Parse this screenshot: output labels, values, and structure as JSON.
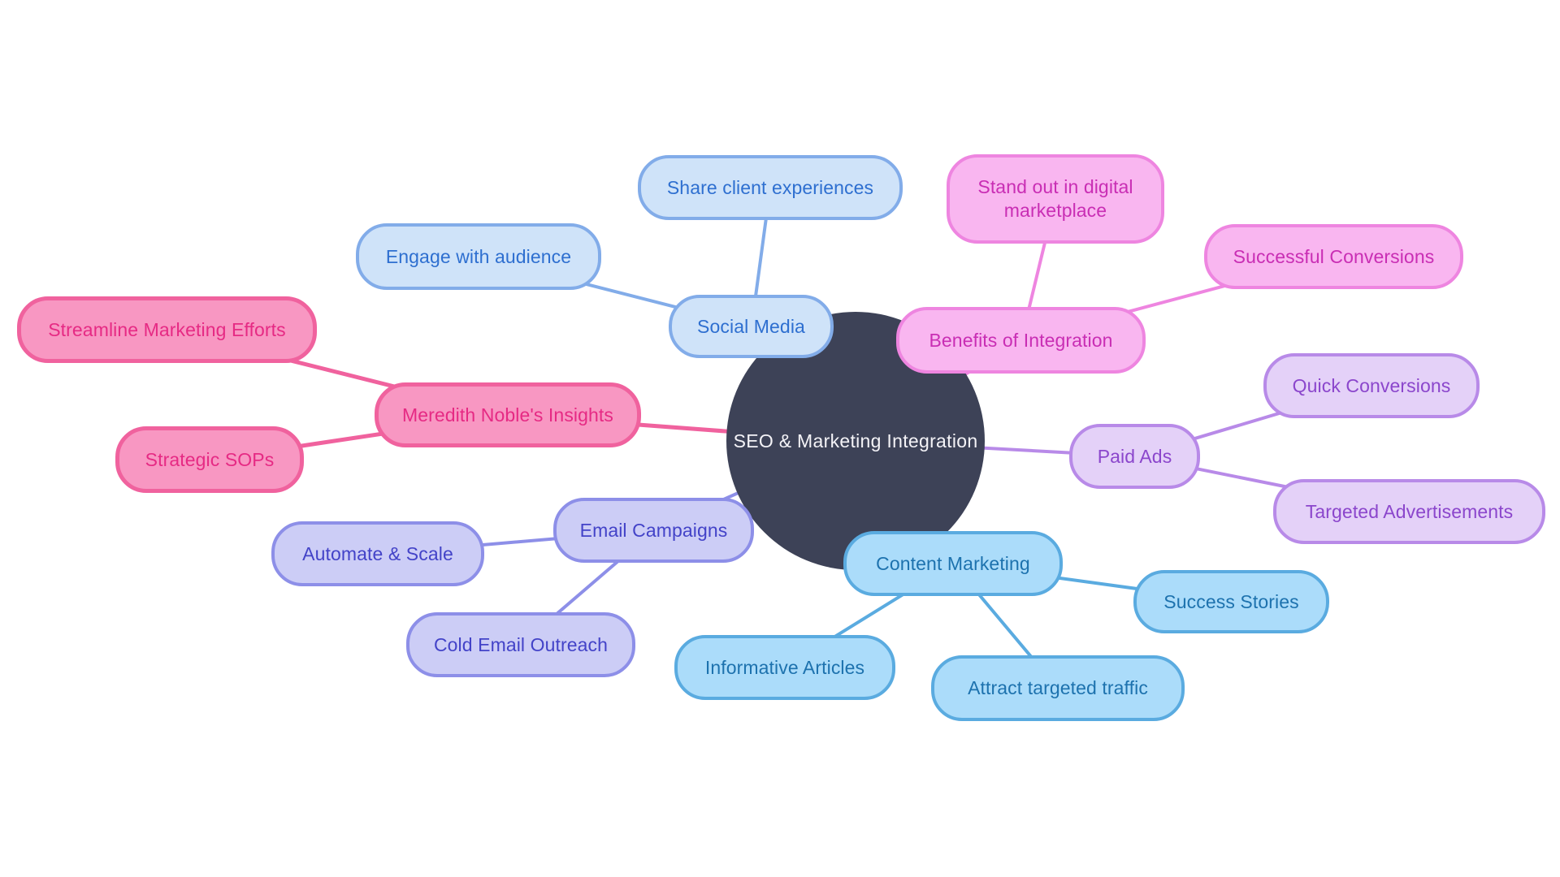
{
  "diagram": {
    "type": "mindmap",
    "background_color": "#ffffff",
    "center": {
      "label": "SEO & Marketing Integration",
      "shape": "circle",
      "fill": "#3d4257",
      "text_color": "#f4f3f7"
    },
    "branches": [
      {
        "id": "social-media",
        "label": "Social Media",
        "colors": {
          "fill": "#cfe3f9",
          "border": "#82ace9",
          "text": "#2e6fd0"
        },
        "children": [
          {
            "label": "Share client experiences"
          },
          {
            "label": "Engage with audience"
          }
        ]
      },
      {
        "id": "benefits-of-integration",
        "label": "Benefits of Integration",
        "colors": {
          "fill": "#f9b6f0",
          "border": "#ee85e0",
          "text": "#c92eb4"
        },
        "children": [
          {
            "label": "Stand out in digital marketplace"
          },
          {
            "label": "Successful Conversions"
          }
        ]
      },
      {
        "id": "paid-ads",
        "label": "Paid Ads",
        "colors": {
          "fill": "#e4d1f8",
          "border": "#b88ae8",
          "text": "#8b46cc"
        },
        "children": [
          {
            "label": "Quick Conversions"
          },
          {
            "label": "Targeted Advertisements"
          }
        ]
      },
      {
        "id": "meredith-nobles-insights",
        "label": "Meredith Noble's Insights",
        "colors": {
          "fill": "#f897c2",
          "border": "#f0629e",
          "text": "#e62a84"
        },
        "children": [
          {
            "label": "Streamline Marketing Efforts"
          },
          {
            "label": "Strategic SOPs"
          }
        ]
      },
      {
        "id": "email-campaigns",
        "label": "Email Campaigns",
        "colors": {
          "fill": "#cccdf6",
          "border": "#8d8fe8",
          "text": "#4343c8"
        },
        "children": [
          {
            "label": "Automate & Scale"
          },
          {
            "label": "Cold Email Outreach"
          }
        ]
      },
      {
        "id": "content-marketing",
        "label": "Content Marketing",
        "colors": {
          "fill": "#abdcfa",
          "border": "#5aabe0",
          "text": "#1d72ae"
        },
        "children": [
          {
            "label": "Success Stories"
          },
          {
            "label": "Informative Articles"
          },
          {
            "label": "Attract targeted traffic"
          }
        ]
      }
    ]
  }
}
